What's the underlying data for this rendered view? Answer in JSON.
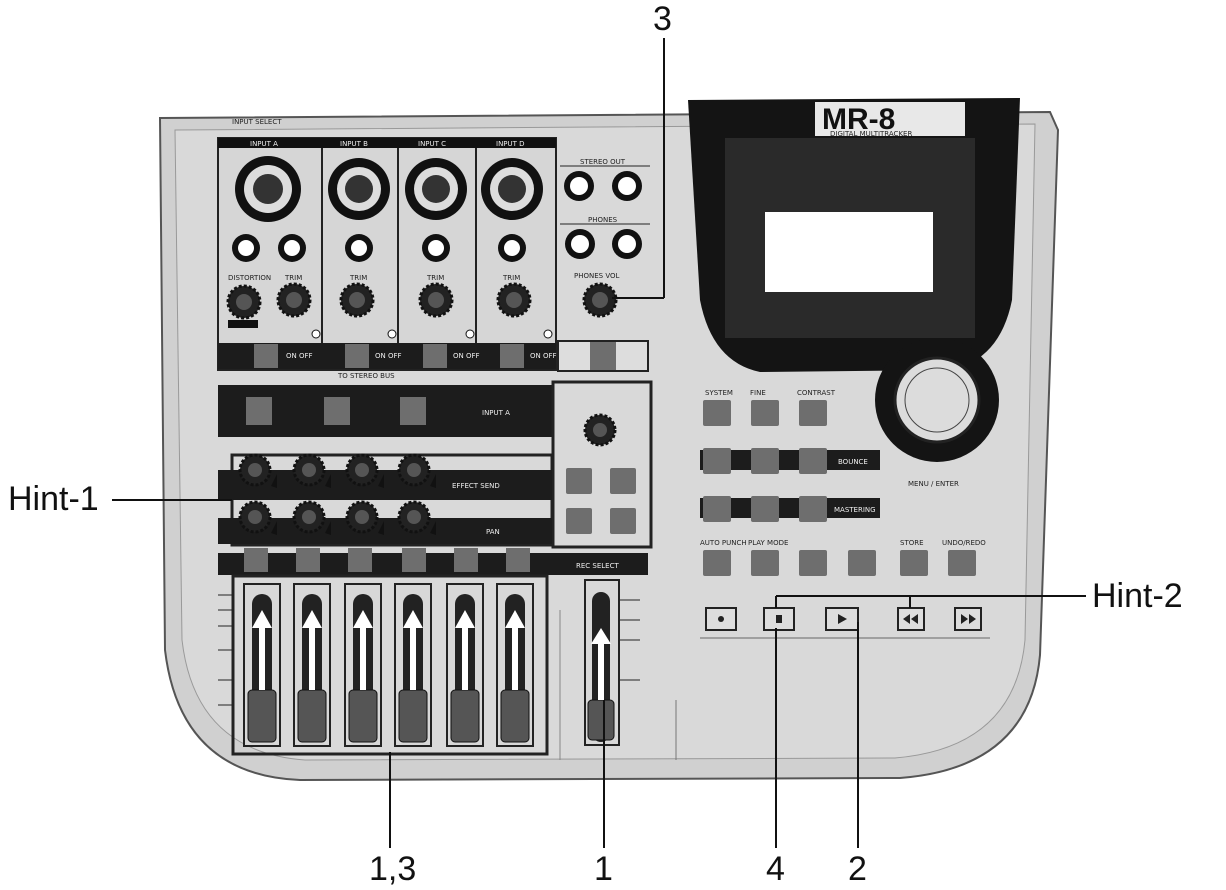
{
  "device": {
    "logo": "MR-8",
    "subtitle": "DIGITAL MULTITRACKER",
    "input_select": "INPUT SELECT",
    "inputs": [
      "INPUT A",
      "INPUT B",
      "INPUT C",
      "INPUT D"
    ],
    "stereo_out": "STEREO OUT",
    "phones": "PHONES",
    "phones_vol": "PHONES VOL",
    "trim": "TRIM",
    "distortion": "DISTORTION",
    "on_off": "ON OFF",
    "to_stereo_bus": "TO STEREO BUS",
    "effect_send": "EFFECT SEND",
    "pan": "PAN",
    "rec_select": "REC SELECT",
    "input_a": "INPUT A",
    "menu_enter": "MENU / ENTER",
    "keys": {
      "system": "SYSTEM",
      "fine": "FINE",
      "contrast": "CONTRAST",
      "auto_punch": "AUTO PUNCH",
      "play_mode": "PLAY MODE",
      "store": "STORE",
      "undo_redo": "UNDO/REDO",
      "bounce": "BOUNCE",
      "mastering": "MASTERING"
    },
    "transport": [
      "RECORD",
      "STOP",
      "PLAY",
      "REW",
      "F FWD"
    ]
  },
  "callouts": {
    "top_3": "3",
    "hint_1": "Hint-1",
    "hint_2": "Hint-2",
    "bottom_13": "1,3",
    "bottom_1": "1",
    "bottom_4": "4",
    "bottom_2": "2"
  },
  "colors": {
    "panel": "#d0d0d0",
    "panel_edge": "#8a8a8a",
    "dark": "#1a1a1a",
    "key": "#6e6e6e",
    "ink": "#111111"
  }
}
